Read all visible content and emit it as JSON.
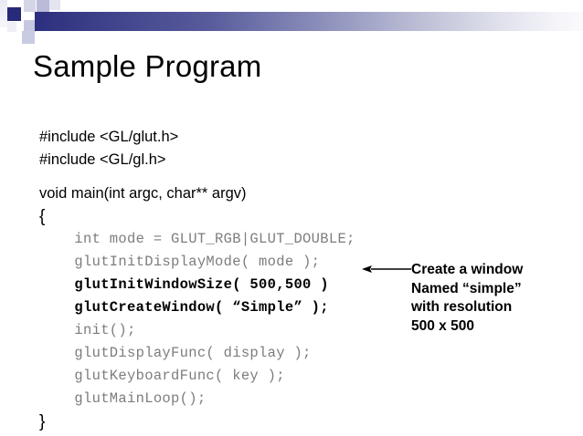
{
  "slide": {
    "title": "Sample Program",
    "background_color": "#ffffff"
  },
  "decoration": {
    "name": "powerpoint-header-band",
    "gradient_from": "#2b2f7e",
    "gradient_to": "#fbfbfd",
    "accent_square_color": "#262a78",
    "tint_square_color": "#c6c8e0"
  },
  "code": {
    "text_color_dim": "#7d7d7d",
    "text_color_strong": "#000000",
    "lines": [
      {
        "id": "l1",
        "text": "#include <GL/glut.h>",
        "style": "sans"
      },
      {
        "id": "l2",
        "text": "#include <GL/gl.h>",
        "style": "sans"
      },
      {
        "id": "l3",
        "text": "",
        "style": "blank"
      },
      {
        "id": "l4",
        "text": "void main(int argc, char** argv)",
        "style": "sans"
      },
      {
        "id": "l5",
        "text": "{",
        "style": "brace"
      },
      {
        "id": "l6",
        "text": "    int mode = GLUT_RGB|GLUT_DOUBLE;",
        "style": "mono"
      },
      {
        "id": "l7",
        "text": "    glutInitDisplayMode( mode );",
        "style": "mono"
      },
      {
        "id": "l8",
        "text": "    glutInitWindowSize( 500,500 )",
        "style": "mono-bold"
      },
      {
        "id": "l9",
        "text": "    glutCreateWindow( “Simple” );",
        "style": "mono-bold"
      },
      {
        "id": "l10",
        "text": "    init();",
        "style": "mono"
      },
      {
        "id": "l11",
        "text": "    glutDisplayFunc( display );",
        "style": "mono"
      },
      {
        "id": "l12",
        "text": "    glutKeyboardFunc( key );",
        "style": "mono"
      },
      {
        "id": "l13",
        "text": "    glutMainLoop();",
        "style": "mono"
      },
      {
        "id": "l14",
        "text": "}",
        "style": "brace"
      }
    ]
  },
  "callout": {
    "arrow_direction": "left",
    "arrow_color": "#000000",
    "lines": [
      "Create a window",
      "Named “simple”",
      "with resolution",
      "500 x 500"
    ]
  }
}
